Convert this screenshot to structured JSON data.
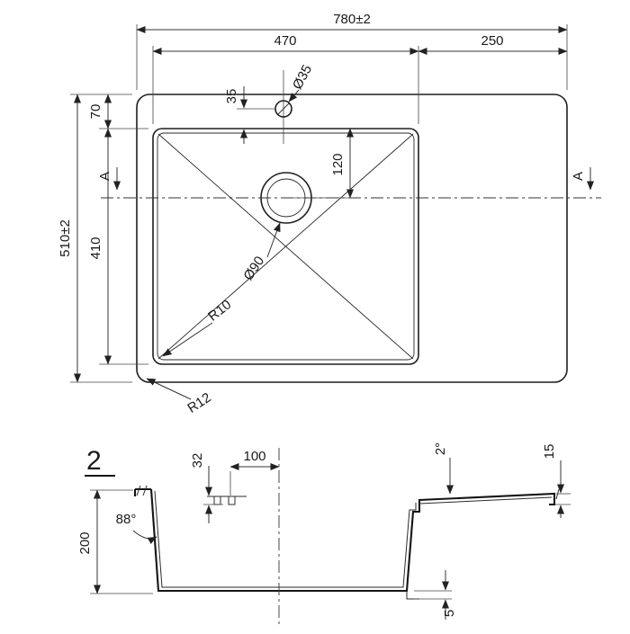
{
  "drawing": {
    "section_number": "2",
    "top_view": {
      "overall_width": "780±2",
      "bowl_width": "470",
      "drainboard_width": "250",
      "faucet_hole_diameter": "Ø35",
      "faucet_hole_offset": "35",
      "top_margin": "70",
      "overall_depth": "510±2",
      "bowl_length": "410",
      "drain_center_offset": "120",
      "drain_diameter": "Ø90",
      "inner_corner_radius": "R10",
      "outer_corner_radius": "R12",
      "section_label_left": "A",
      "section_label_right": "A"
    },
    "section_view": {
      "groove_depth": "32",
      "groove_spacing": "100",
      "wall_angle": "88°",
      "bowl_depth": "200",
      "drainboard_slope": "2°",
      "edge_height": "15",
      "step_height": "5"
    }
  }
}
